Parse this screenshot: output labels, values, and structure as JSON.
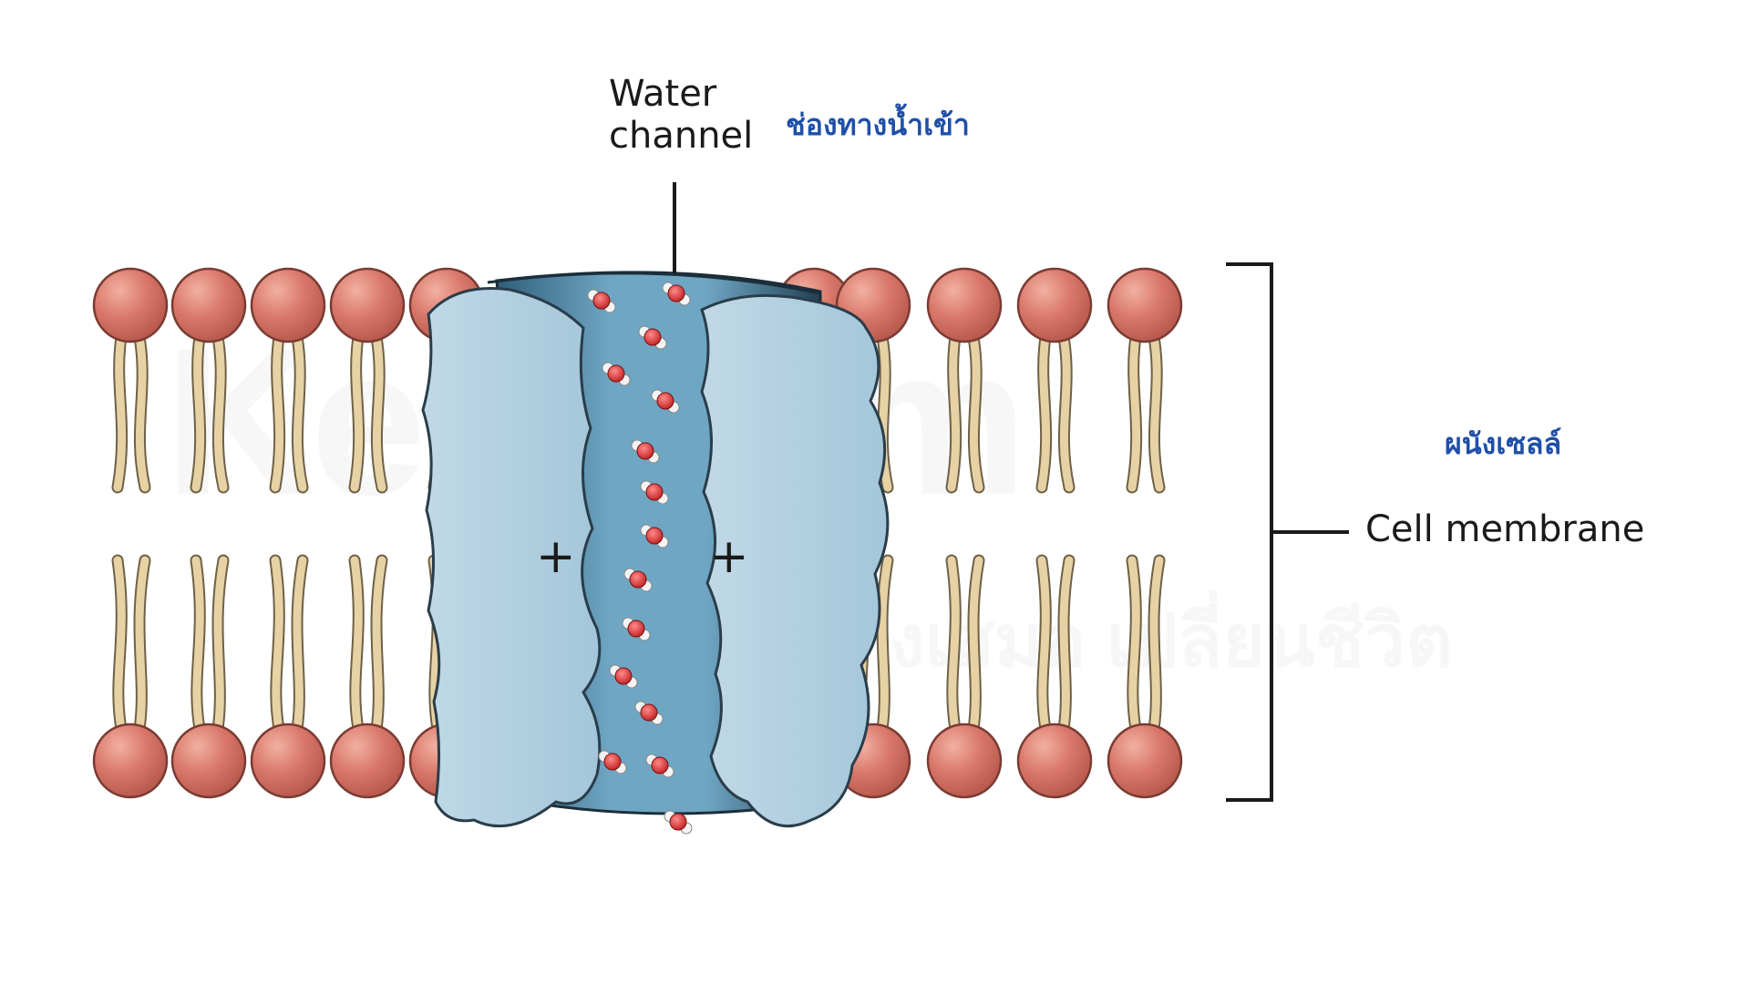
{
  "labels": {
    "water_channel_en": [
      "Water",
      "channel"
    ],
    "water_channel_th": "ช่องทางน้ำเข้า",
    "cell_membrane_en": "Cell membrane",
    "cell_membrane_th": "ผนังเซลล์",
    "charge_left": "+",
    "charge_right": "+"
  },
  "watermark": {
    "brand": "KenSiam",
    "tagline": "เก่งเสมอ เปลี่ยนชีวิต"
  },
  "colors": {
    "phospholipid_head": "#d9786a",
    "phospholipid_tail": "#e6d2a4",
    "protein_fill": "#a9cadd",
    "channel_interior": "#5e95b3",
    "water_oxygen": "#d93a3a",
    "thai_label": "#1f4fa8"
  }
}
